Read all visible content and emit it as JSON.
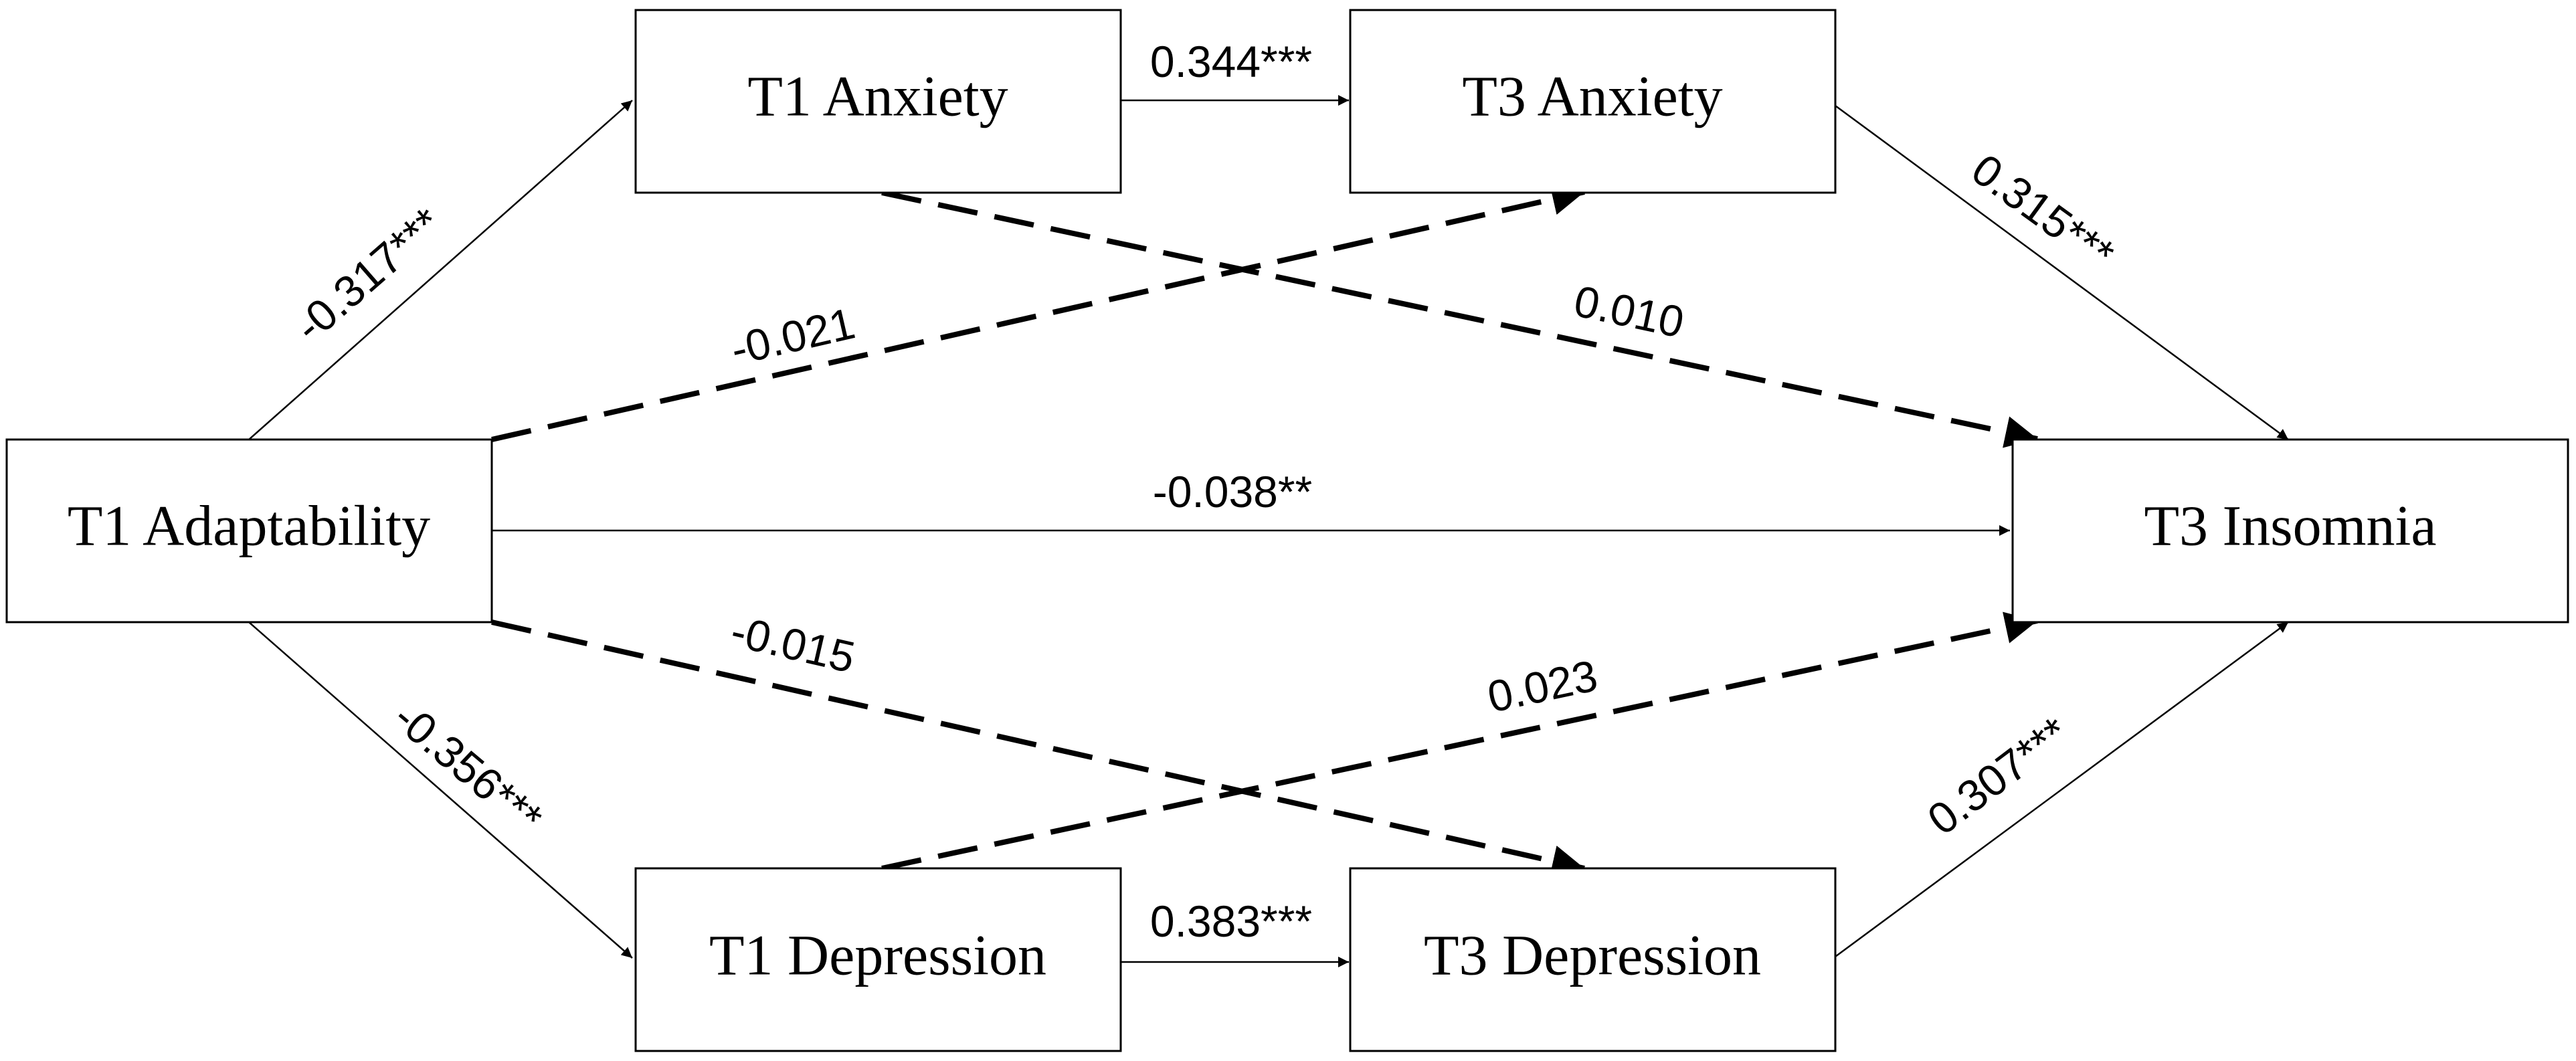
{
  "nodes": {
    "t1_adaptability": "T1 Adaptability",
    "t1_anxiety": "T1 Anxiety",
    "t3_anxiety": "T3 Anxiety",
    "t3_insomnia": "T3 Insomnia",
    "t1_depression": "T1 Depression",
    "t3_depression": "T3 Depression"
  },
  "edges": {
    "adapt_to_t1anx": "-0.317***",
    "t1anx_to_t3anx": "0.344***",
    "t3anx_to_insomnia": "0.315***",
    "adapt_to_t3anx": "-0.021",
    "t1anx_to_insomnia": "0.010",
    "adapt_to_insomnia": "-0.038**",
    "adapt_to_t3dep": "-0.015",
    "t1dep_to_insomnia": "0.023",
    "adapt_to_t1dep": "-0.356***",
    "t1dep_to_t3dep": "0.383***",
    "t3dep_to_insomnia": "0.307***"
  }
}
